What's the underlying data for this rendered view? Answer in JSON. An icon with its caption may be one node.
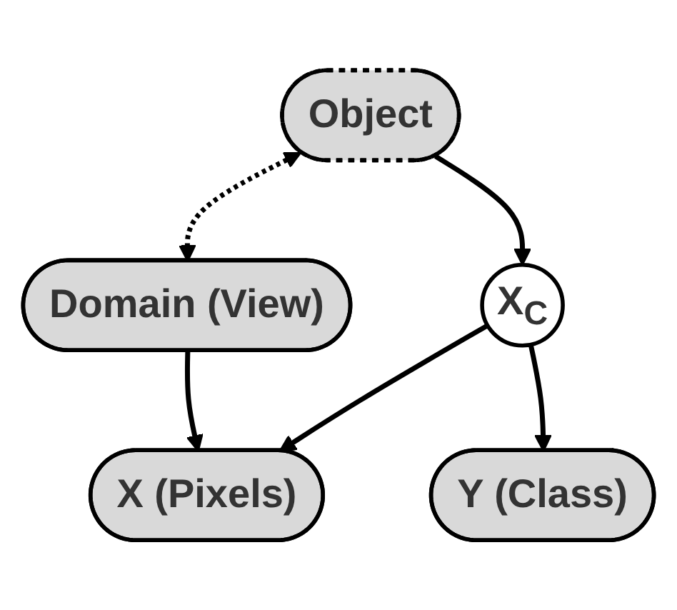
{
  "diagram": {
    "nodes": [
      {
        "text": [
          "Object"
        ]
      },
      {
        "text": [
          "Domain (View)"
        ]
      },
      {
        "text": [
          "X$_{C}$"
        ]
      },
      {
        "text": [
          "X (Pixels)"
        ]
      },
      {
        "text": [
          "Y (Class)"
        ]
      }
    ],
    "edges": [
      {
        "from": 0,
        "to": 1,
        "arrow": "both",
        "style": "dashed"
      },
      {
        "from": 0,
        "to": 2,
        "arrow": "to"
      },
      {
        "from": 2,
        "to": 3,
        "arrow": "to"
      },
      {
        "from": 1,
        "to": 3,
        "arrow": "to"
      },
      {
        "from": 2,
        "to": 4,
        "arrow": "to"
      }
    ]
  }
}
